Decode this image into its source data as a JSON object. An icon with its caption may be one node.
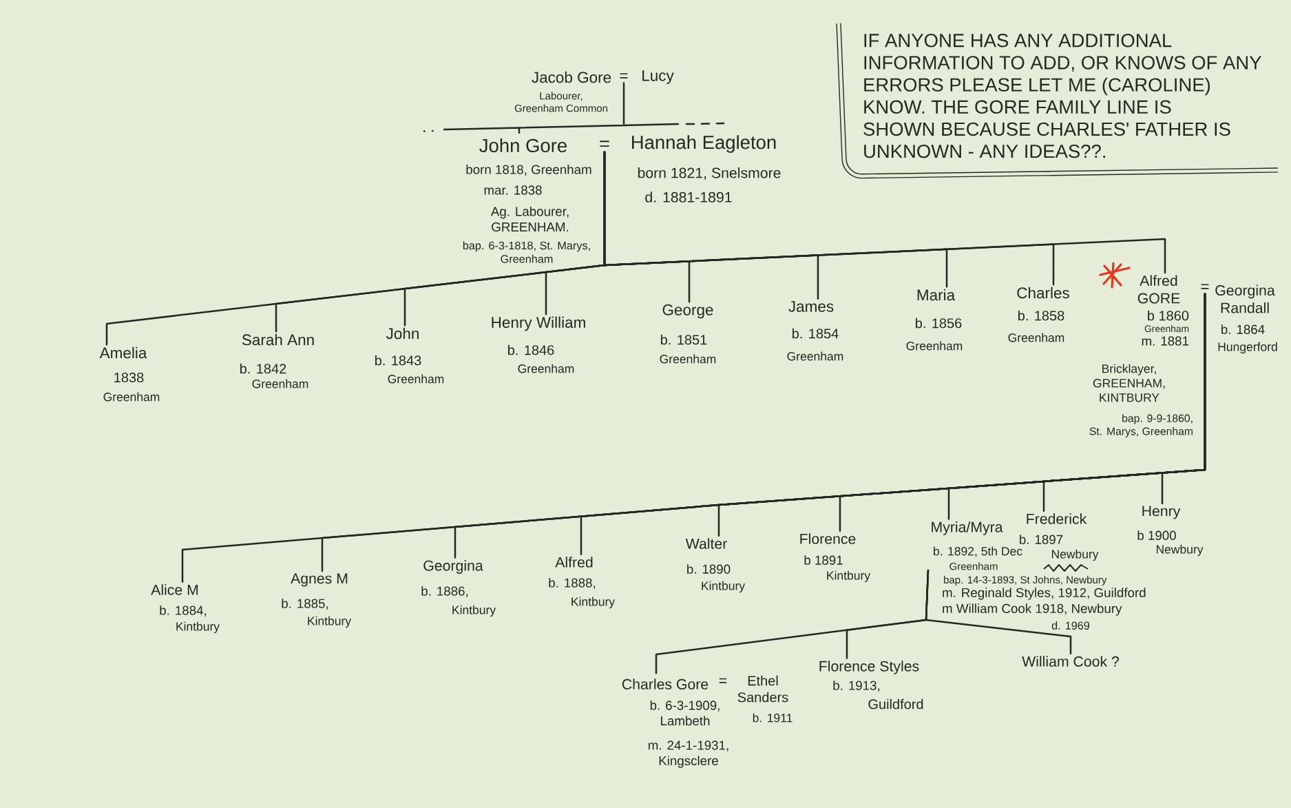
{
  "diagram": {
    "nodes": [
      {
        "text": [
          "Jacob Gore",
          "=",
          "Lucy",
          "Labourer, Greenham Common"
        ]
      },
      {
        "text": [
          "IF ANYONE HAS ANY ADDITIONAL INFORMATION TO ADD, OR KNOWS OF ANY ERRORS PLEASE LET ME (CAROLINE) KNOW. THE GORE FAMILY LINE IS SHOWN BECAUSE CHARLES' FATHER IS UNKNOWN - ANY IDEAS??."
        ]
      },
      {
        "text": [
          "John Gore",
          "=",
          "Hannah Eagleton",
          "born 1818, Greenham",
          "mar. 1838",
          "Ag. Labourer, GREENHAM.",
          "bap. 6-3-1818, St. Marys, Greenham",
          "born 1821, Snelsmore",
          "d. 1881-1891"
        ]
      },
      {
        "text": [
          "Amelia",
          "1838",
          "Greenham"
        ]
      },
      {
        "text": [
          "Sarah Ann",
          "b. 1842",
          "Greenham"
        ]
      },
      {
        "text": [
          "John",
          "b. 1843",
          "Greenham"
        ]
      },
      {
        "text": [
          "Henry William",
          "b. 1846",
          "Greenham"
        ]
      },
      {
        "text": [
          "George",
          "b. 1851",
          "Greenham"
        ]
      },
      {
        "text": [
          "James",
          "b. 1854",
          "Greenham"
        ]
      },
      {
        "text": [
          "Maria",
          "b. 1856",
          "Greenham"
        ]
      },
      {
        "text": [
          "Charles",
          "b. 1858",
          "Greenham"
        ]
      },
      {
        "text": [
          "Alfred GORE",
          "=",
          "Georgina Randall",
          "b 1860",
          "Greenham",
          "m. 1881",
          "Bricklayer, GREENHAM, KINTBURY",
          "bap. 9-9-1860, St. Marys, Greenham",
          "b. 1864",
          "Hungerford"
        ]
      },
      {
        "text": [
          "Alice M",
          "b. 1884,",
          "Kintbury"
        ]
      },
      {
        "text": [
          "Agnes M",
          "b. 1885,",
          "Kintbury"
        ]
      },
      {
        "text": [
          "Georgina",
          "b. 1886,",
          "Kintbury"
        ]
      },
      {
        "text": [
          "Alfred",
          "b. 1888,",
          "Kintbury"
        ]
      },
      {
        "text": [
          "Walter",
          "b. 1890",
          "Kintbury"
        ]
      },
      {
        "text": [
          "Florence",
          "b 1891",
          "Kintbury"
        ]
      },
      {
        "text": [
          "Myria/Myra",
          "b. 1892, 5th Dec",
          "Greenham",
          "bap. 14-3-1893, St Johns, Newbury",
          "m. Reginald Styles, 1912, Guildford",
          "m William Cook 1918, Newbury",
          "d. 1969"
        ]
      },
      {
        "text": [
          "Frederick",
          "b. 1897",
          "Newbury"
        ]
      },
      {
        "text": [
          "Henry",
          "b 1900",
          "Newbury"
        ]
      },
      {
        "text": [
          "Charles Gore",
          "=",
          "Ethel Sanders",
          "b. 6-3-1909, Lambeth",
          "m. 24-1-1931, Kingsclere",
          "b. 1911"
        ]
      },
      {
        "text": [
          "Florence Styles",
          "b. 1913,",
          "Guildford"
        ]
      },
      {
        "text": [
          "William Cook ?"
        ]
      }
    ],
    "edges": [
      {
        "from": 0,
        "to": 2,
        "arrow": "none"
      },
      {
        "from": 2,
        "to": 3,
        "arrow": "none"
      },
      {
        "from": 2,
        "to": 4,
        "arrow": "none"
      },
      {
        "from": 2,
        "to": 5,
        "arrow": "none"
      },
      {
        "from": 2,
        "to": 6,
        "arrow": "none"
      },
      {
        "from": 2,
        "to": 7,
        "arrow": "none"
      },
      {
        "from": 2,
        "to": 8,
        "arrow": "none"
      },
      {
        "from": 2,
        "to": 9,
        "arrow": "none"
      },
      {
        "from": 2,
        "to": 10,
        "arrow": "none"
      },
      {
        "from": 2,
        "to": 11,
        "arrow": "none"
      },
      {
        "from": 11,
        "to": 12,
        "arrow": "none"
      },
      {
        "from": 11,
        "to": 13,
        "arrow": "none"
      },
      {
        "from": 11,
        "to": 14,
        "arrow": "none"
      },
      {
        "from": 11,
        "to": 15,
        "arrow": "none"
      },
      {
        "from": 11,
        "to": 16,
        "arrow": "none"
      },
      {
        "from": 11,
        "to": 17,
        "arrow": "none"
      },
      {
        "from": 11,
        "to": 18,
        "arrow": "none"
      },
      {
        "from": 11,
        "to": 19,
        "arrow": "none"
      },
      {
        "from": 11,
        "to": 20,
        "arrow": "none"
      },
      {
        "from": 18,
        "to": 21,
        "arrow": "none"
      },
      {
        "from": 18,
        "to": 22,
        "arrow": "none"
      },
      {
        "from": 18,
        "to": 23,
        "arrow": "none"
      }
    ]
  }
}
